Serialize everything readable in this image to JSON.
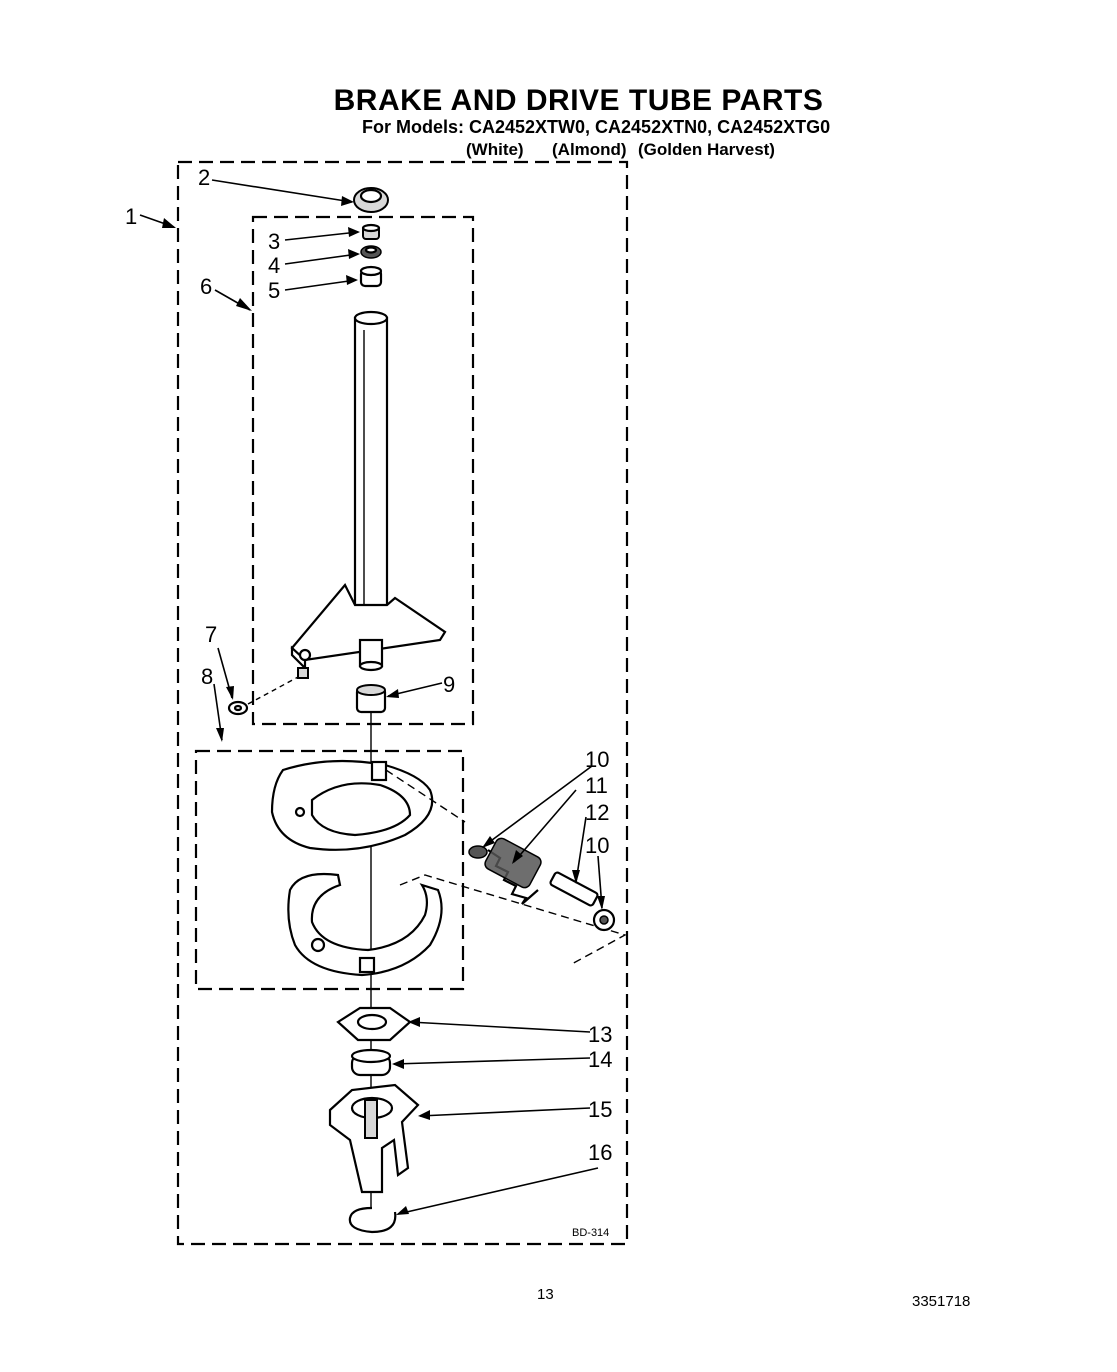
{
  "page": {
    "title": "BRAKE AND DRIVE TUBE PARTS",
    "models_line": "For Models: CA2452XTW0, CA2452XTN0, CA2452XTG0",
    "colors": [
      "(White)",
      "(Almond)",
      "(Golden Harvest)"
    ],
    "diagram_code": "BD-314",
    "page_number": "13",
    "document_number": "3351718"
  },
  "callouts": [
    "1",
    "2",
    "3",
    "4",
    "5",
    "6",
    "7",
    "8",
    "9",
    "10",
    "11",
    "12",
    "10",
    "13",
    "14",
    "15",
    "16"
  ]
}
